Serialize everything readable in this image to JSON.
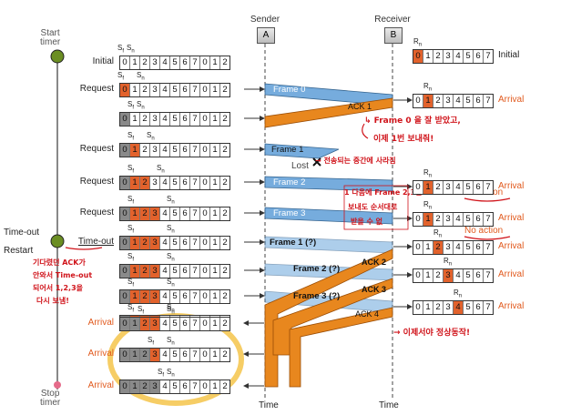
{
  "headers": {
    "sender": "Sender",
    "receiver": "Receiver",
    "sender_node": "A",
    "receiver_node": "B",
    "time": "Time"
  },
  "timeline": {
    "start_timer": "Start\ntimer",
    "time_out": "Time-out",
    "restart": "Restart",
    "stop_timer": "Stop\ntimer"
  },
  "sender_rows": [
    {
      "label": "Initial",
      "label_style": "normal",
      "cells": [
        "0",
        "1",
        "2",
        "3",
        "4",
        "5",
        "6",
        "7",
        "0",
        "1",
        "2"
      ],
      "orange": [],
      "grey": [],
      "sf": 0,
      "sn": 0
    },
    {
      "label": "Request",
      "label_style": "normal",
      "cells": [
        "0",
        "1",
        "2",
        "3",
        "4",
        "5",
        "6",
        "7",
        "0",
        "1",
        "2"
      ],
      "orange": [
        0
      ],
      "grey": [],
      "sf": 0,
      "sn": 1
    },
    {
      "label": "",
      "label_style": "normal",
      "cells": [
        "0",
        "1",
        "2",
        "3",
        "4",
        "5",
        "6",
        "7",
        "0",
        "1",
        "2"
      ],
      "orange": [],
      "grey": [
        0
      ],
      "sf": 1,
      "sn": 1
    },
    {
      "label": "Request",
      "label_style": "normal",
      "cells": [
        "0",
        "1",
        "2",
        "3",
        "4",
        "5",
        "6",
        "7",
        "0",
        "1",
        "2"
      ],
      "orange": [
        1
      ],
      "grey": [
        0
      ],
      "sf": 1,
      "sn": 2
    },
    {
      "label": "Request",
      "label_style": "normal",
      "cells": [
        "0",
        "1",
        "2",
        "3",
        "4",
        "5",
        "6",
        "7",
        "0",
        "1",
        "2"
      ],
      "orange": [
        1,
        2
      ],
      "grey": [
        0
      ],
      "sf": 1,
      "sn": 3
    },
    {
      "label": "Request",
      "label_style": "normal",
      "cells": [
        "0",
        "1",
        "2",
        "3",
        "4",
        "5",
        "6",
        "7",
        "0",
        "1",
        "2"
      ],
      "orange": [
        1,
        2,
        3
      ],
      "grey": [
        0
      ],
      "sf": 1,
      "sn": 4
    },
    {
      "label": "Time-out",
      "label_style": "underlined",
      "cells": [
        "0",
        "1",
        "2",
        "3",
        "4",
        "5",
        "6",
        "7",
        "0",
        "1",
        "2"
      ],
      "orange": [
        1,
        2,
        3
      ],
      "grey": [
        0
      ],
      "sf": 1,
      "sn": 4
    },
    {
      "label": "",
      "label_style": "normal",
      "cells": [
        "0",
        "1",
        "2",
        "3",
        "4",
        "5",
        "6",
        "7",
        "0",
        "1",
        "2"
      ],
      "orange": [
        1,
        2,
        3
      ],
      "grey": [
        0
      ],
      "sf": 1,
      "sn": 4
    },
    {
      "label": "",
      "label_style": "normal",
      "cells": [
        "0",
        "1",
        "2",
        "3",
        "4",
        "5",
        "6",
        "7",
        "0",
        "1",
        "2"
      ],
      "orange": [
        1,
        2,
        3
      ],
      "grey": [
        0
      ],
      "sf": 1,
      "sn": 4
    },
    {
      "label": "",
      "label_style": "normal",
      "cells": [
        "0",
        "1",
        "2",
        "3",
        "4",
        "5",
        "6",
        "7",
        "0",
        "1",
        "2"
      ],
      "orange": [
        1,
        2,
        3
      ],
      "grey": [
        0
      ],
      "sf": 1,
      "sn": 4
    },
    {
      "label": "Arrival",
      "label_style": "orange",
      "cells": [
        "0",
        "1",
        "2",
        "3",
        "4",
        "5",
        "6",
        "7",
        "0",
        "1",
        "2"
      ],
      "orange": [
        2,
        3
      ],
      "grey": [
        0,
        1
      ],
      "sf": 2,
      "sn": 4
    },
    {
      "label": "Arrival",
      "label_style": "orange",
      "cells": [
        "0",
        "1",
        "2",
        "3",
        "4",
        "5",
        "6",
        "7",
        "0",
        "1",
        "2"
      ],
      "orange": [
        3
      ],
      "grey": [
        0,
        1,
        2
      ],
      "sf": 3,
      "sn": 4
    },
    {
      "label": "Arrival",
      "label_style": "orange",
      "cells": [
        "0",
        "1",
        "2",
        "3",
        "4",
        "5",
        "6",
        "7",
        "0",
        "1",
        "2"
      ],
      "orange": [],
      "grey": [
        0,
        1,
        2,
        3
      ],
      "sf": 4,
      "sn": 4
    }
  ],
  "receiver_rows": [
    {
      "label": "Initial",
      "label_style": "normal",
      "cells": [
        "0",
        "1",
        "2",
        "3",
        "4",
        "5",
        "6",
        "7"
      ],
      "rn": 0
    },
    {
      "label": "Arrival",
      "label_style": "orange",
      "cells": [
        "0",
        "1",
        "2",
        "3",
        "4",
        "5",
        "6",
        "7"
      ],
      "rn": 1
    },
    {
      "label": "Arrival",
      "label_style": "orange",
      "cells": [
        "0",
        "1",
        "2",
        "3",
        "4",
        "5",
        "6",
        "7"
      ],
      "rn": 1
    },
    {
      "label": "Arrival",
      "label_style": "orange",
      "cells": [
        "0",
        "1",
        "2",
        "3",
        "4",
        "5",
        "6",
        "7"
      ],
      "rn": 1
    },
    {
      "label": "Arrival",
      "label_style": "orange",
      "cells": [
        "0",
        "1",
        "2",
        "3",
        "4",
        "5",
        "6",
        "7"
      ],
      "rn": 2
    },
    {
      "label": "Arrival",
      "label_style": "orange",
      "cells": [
        "0",
        "1",
        "2",
        "3",
        "4",
        "5",
        "6",
        "7"
      ],
      "rn": 3
    },
    {
      "label": "Arrival",
      "label_style": "orange",
      "cells": [
        "0",
        "1",
        "2",
        "3",
        "4",
        "5",
        "6",
        "7"
      ],
      "rn": 4
    }
  ],
  "window_labels": {
    "sf": "S",
    "sf_sub": "f",
    "sn": "S",
    "sn_sub": "n",
    "rn": "R",
    "rn_sub": "n"
  },
  "frames": [
    "Frame 0",
    "Frame 1",
    "Frame 2",
    "Frame 3",
    "Frame 1 (?)",
    "Frame 2 (?)",
    "Frame 3 (?)"
  ],
  "acks": [
    "ACK 1",
    "ACK 2",
    "ACK 3",
    "ACK 4"
  ],
  "lost": "Lost",
  "no_action": "No action",
  "notes": {
    "n1": "↳ Frame 0 을 잘 받았고,",
    "n2": "이제 1번 보내줘!",
    "n3": "→ 전송되는 중간에 사라짐",
    "n4": "1 다음에 Frame 2,3은",
    "n5": "보내도 순서대로",
    "n6": "받을 수 없",
    "n7": "기다렸던 ACK가",
    "n8": "안와서 Time-out",
    "n9": "되어서 1,2,3을",
    "n10": "다시 보냄!",
    "n11": "→ 이제서야 정상동작!"
  },
  "colors": {
    "frame": "#5a9bd5",
    "ack": "#e8871e",
    "highlight": "#f4c44a",
    "note": "#d0131a",
    "cell_orange": "#e2622c"
  }
}
